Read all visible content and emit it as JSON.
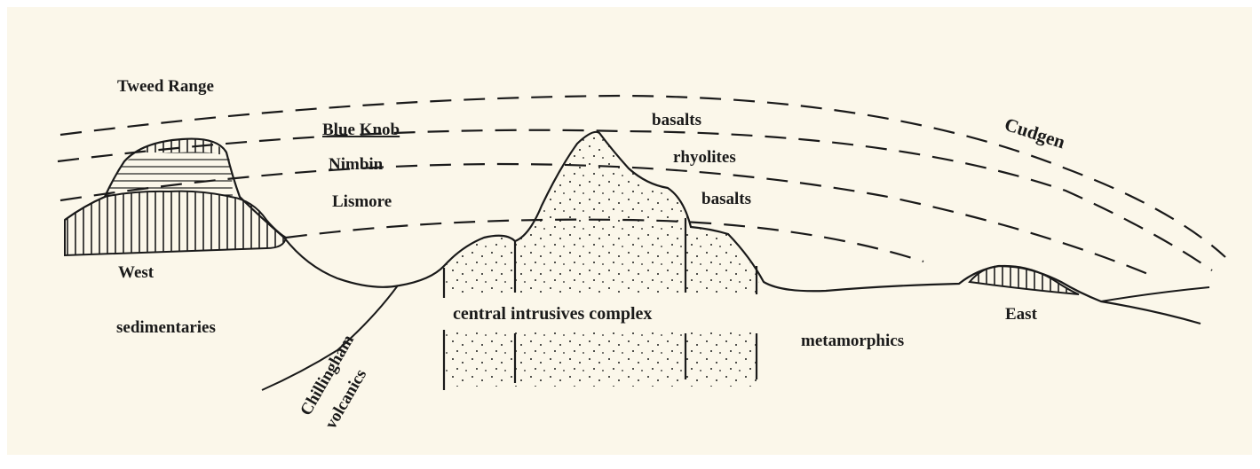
{
  "labels": {
    "tweed_range": "Tweed Range",
    "blue_knob": "Blue Knob",
    "nimbin": "Nimbin",
    "lismore": "Lismore",
    "basalts_upper": "basalts",
    "rhyolites": "rhyolites",
    "basalts_lower": "basalts",
    "cudgen": "Cudgen",
    "west": "West",
    "sedimentaries": "sedimentaries",
    "chillingham_line1": "Chillingham",
    "chillingham_line2": "volcanics",
    "central_intrusives": "central intrusives complex",
    "metamorphics": "metamorphics",
    "east": "East"
  },
  "colors": {
    "background": "#fbf7ea",
    "ink": "#1a1a1a"
  }
}
